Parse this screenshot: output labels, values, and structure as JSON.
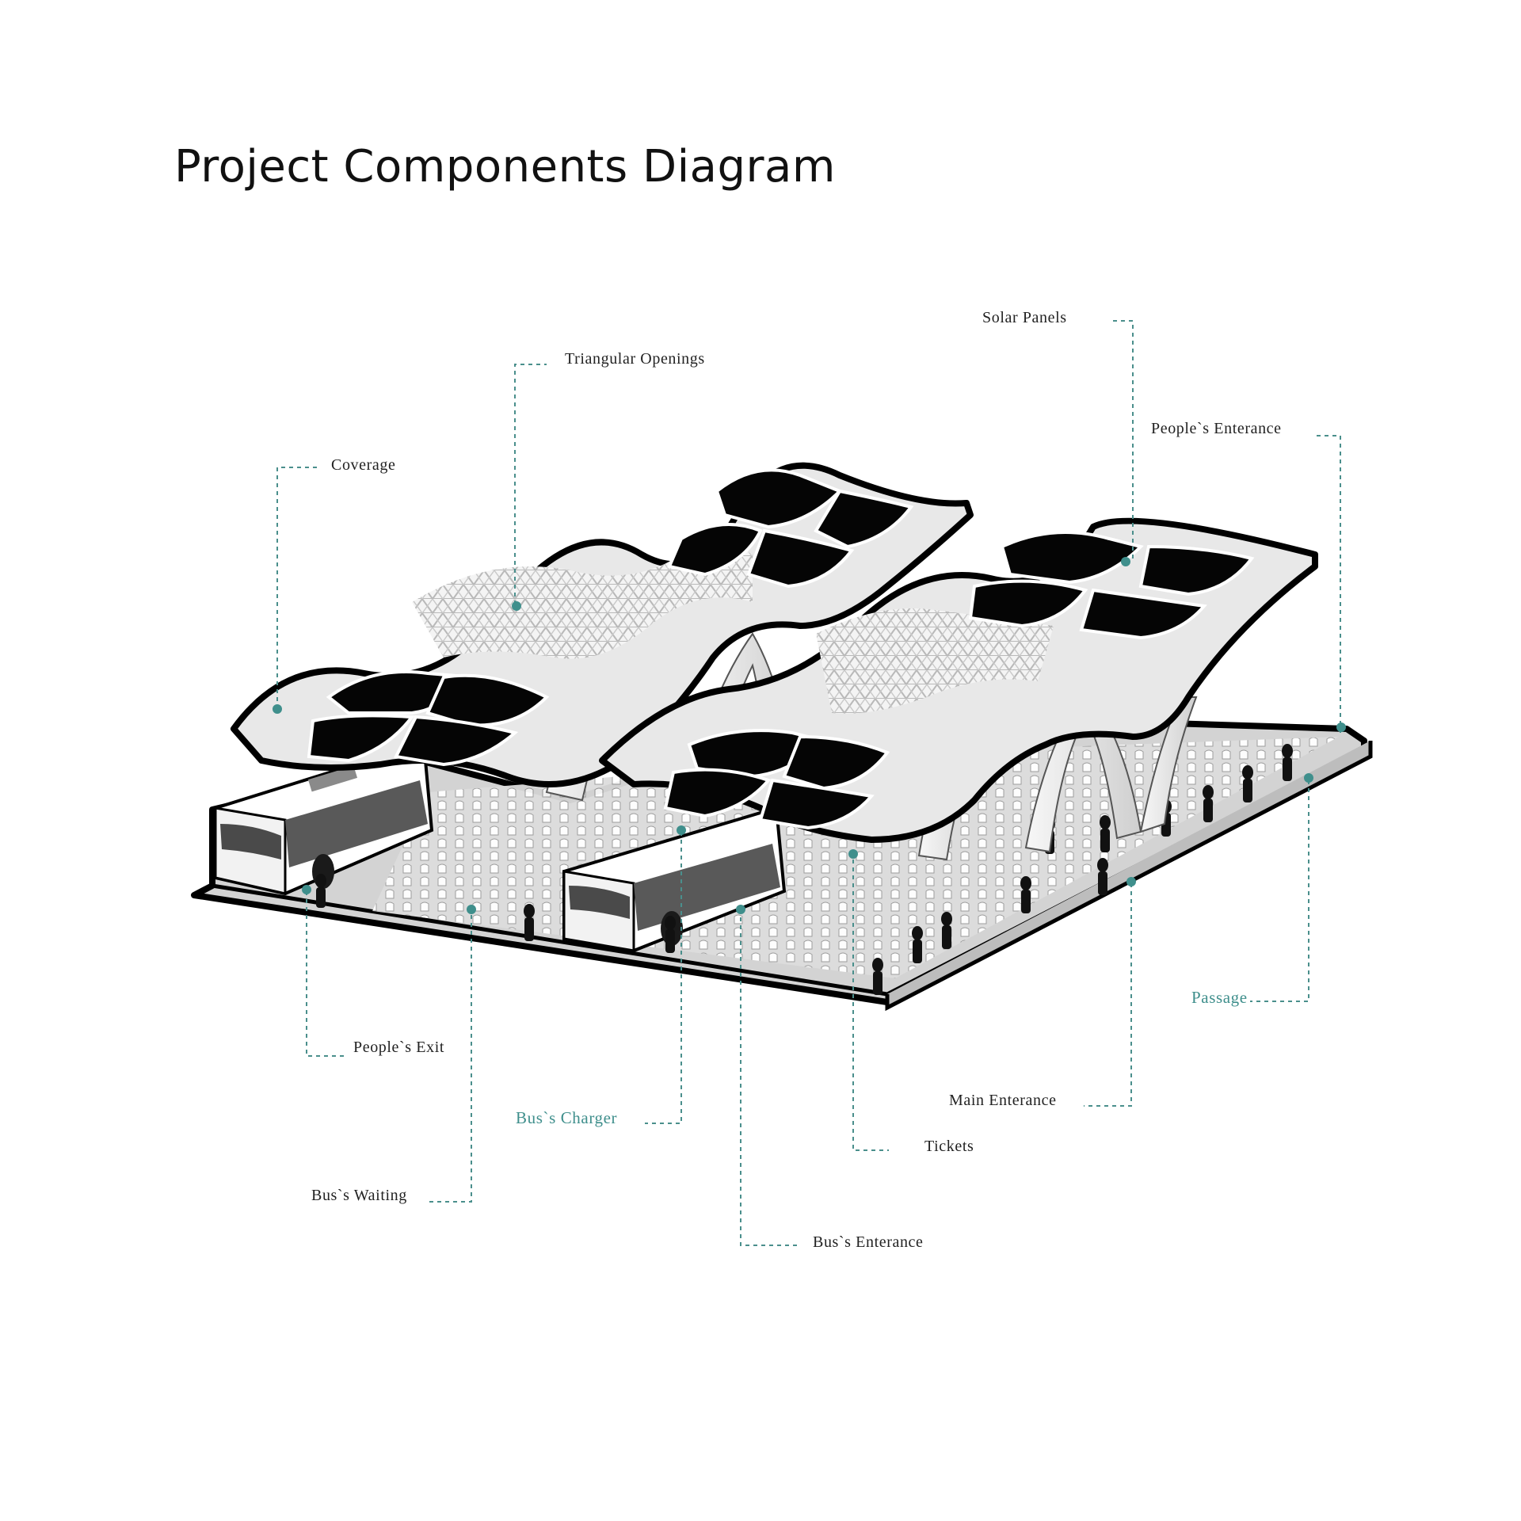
{
  "title": "Project Components Diagram",
  "colors": {
    "leader": "#4a8f8c",
    "marker": "#3f8f8c",
    "outline": "#000000",
    "panel": "#000000",
    "roof": "#ececec",
    "floor": "#cfcfcf"
  },
  "labels": {
    "solar_panels": "Solar Panels",
    "triangular_openings": "Triangular Openings",
    "peoples_entrance": "People`s Enterance",
    "coverage": "Coverage",
    "passage": "Passage",
    "main_entrance": "Main Enterance",
    "peoples_exit": "People`s Exit",
    "bus_charger": "Bus`s Charger",
    "tickets": "Tickets",
    "bus_waiting": "Bus`s Waiting",
    "bus_entrance": "Bus`s Enterance"
  }
}
